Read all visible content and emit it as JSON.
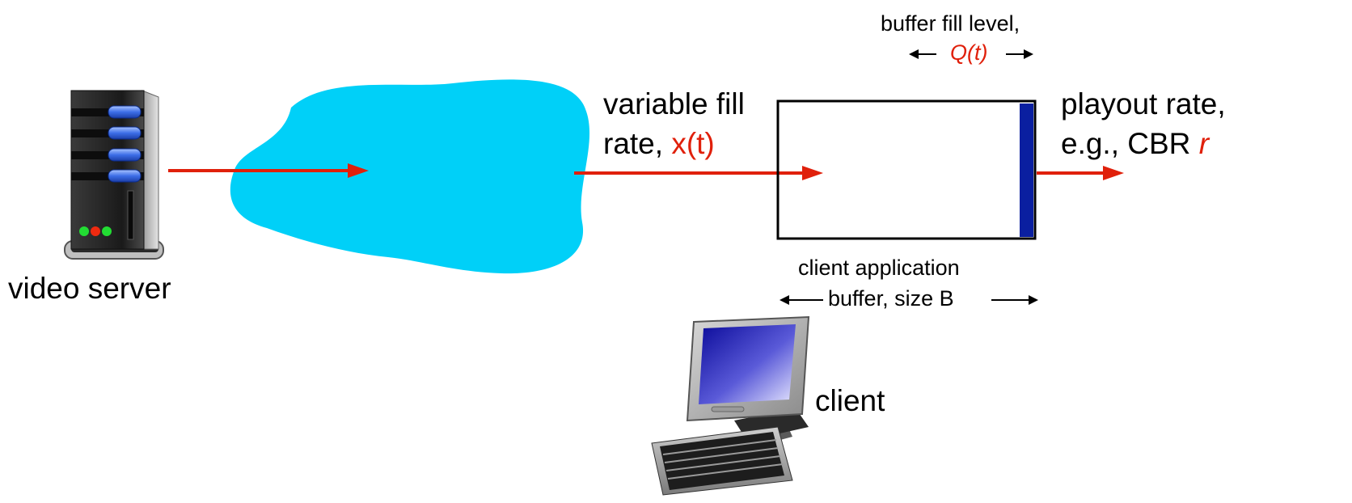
{
  "labels": {
    "video_server": "video server",
    "client": "client",
    "fill_rate_line1": "variable fill",
    "fill_rate_line2_prefix": "rate, ",
    "fill_rate_var": "x(t)",
    "playout_line1": "playout rate,",
    "playout_line2_prefix": "e.g., CBR ",
    "playout_var": "r",
    "buffer_fill_line1": "buffer fill level,",
    "buffer_fill_var": "Q(t)",
    "buffer_line1": "client  application",
    "buffer_line2": "buffer, size B"
  },
  "colors": {
    "arrow": "#e0200b",
    "network_cloud": "#00d0f8",
    "buffer_fill": "#0a1fa0",
    "highlight_text": "#e0200b"
  },
  "icons": {
    "server": "server-tower-icon",
    "client": "desktop-computer-icon",
    "network": "network-cloud-icon"
  }
}
